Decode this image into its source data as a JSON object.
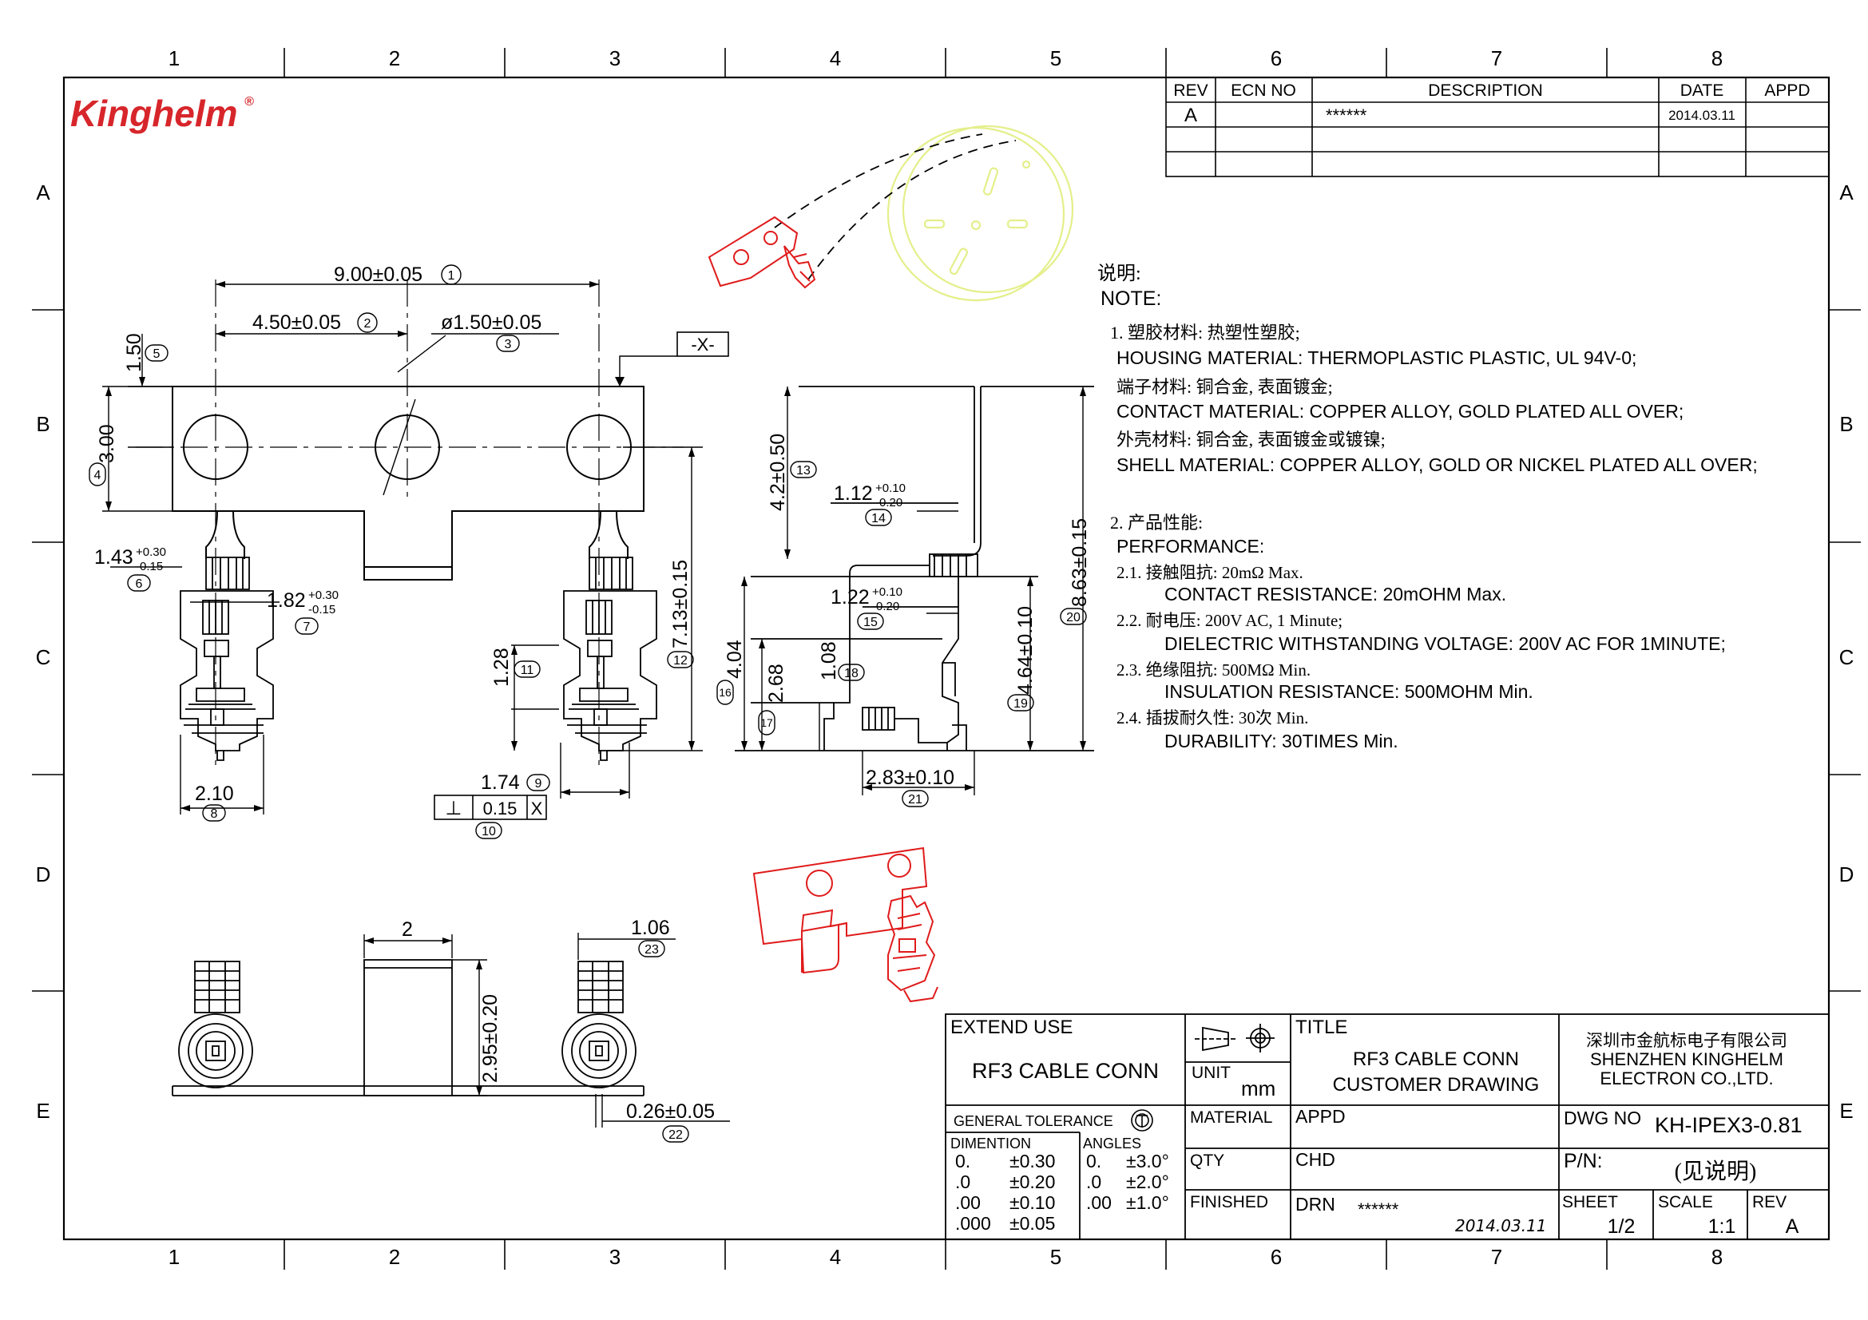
{
  "logo": {
    "brand": "Kinghelm",
    "reg": "®"
  },
  "zones": {
    "cols": [
      "1",
      "2",
      "3",
      "4",
      "5",
      "6",
      "7",
      "8"
    ],
    "rows": [
      "A",
      "B",
      "C",
      "D",
      "E"
    ]
  },
  "revision_table": {
    "headers": {
      "rev": "REV",
      "ecn": "ECN NO",
      "desc": "DESCRIPTION",
      "date": "DATE",
      "appd": "APPD"
    },
    "row": {
      "rev": "A",
      "ecn": "",
      "desc": "******",
      "date": "2014.03.11",
      "appd": ""
    }
  },
  "notes": {
    "title_cn": "说明:",
    "title_en": "NOTE:",
    "n1_cn": "1. 塑胶材料: 热塑性塑胶;",
    "n1_en": "HOUSING MATERIAL: THERMOPLASTIC PLASTIC, UL 94V-0;",
    "n2_cn": "端子材料: 铜合金, 表面镀金;",
    "n2_en": "CONTACT MATERIAL: COPPER ALLOY, GOLD PLATED ALL OVER;",
    "n3_cn": "外壳材料: 铜合金, 表面镀金或镀镍;",
    "n3_en": "SHELL MATERIAL: COPPER ALLOY, GOLD OR NICKEL PLATED ALL OVER;",
    "p_cn": "2. 产品性能:",
    "p_en": "PERFORMANCE:",
    "p1_cn": "2.1. 接触阻抗: 20mΩ Max.",
    "p1_en": "CONTACT RESISTANCE: 20mOHM Max.",
    "p2_cn": "2.2. 耐电压: 200V AC, 1 Minute;",
    "p2_en": "DIELECTRIC WITHSTANDING VOLTAGE: 200V AC FOR 1MINUTE;",
    "p3_cn": "2.3. 绝缘阻抗: 500MΩ Min.",
    "p3_en": "INSULATION RESISTANCE: 500MOHM Min.",
    "p4_cn": "2.4. 插拔耐久性: 30次 Min.",
    "p4_en": "DURABILITY: 30TIMES Min."
  },
  "dimensions": {
    "d1": "9.00±0.05",
    "d1n": "1",
    "d2": "4.50±0.05",
    "d2n": "2",
    "d3": "ø1.50±0.05",
    "d3n": "3",
    "d4": "3.00",
    "d4n": "4",
    "d5": "1.50",
    "d5n": "5",
    "d6": "1.43",
    "d6u": "+0.30",
    "d6l": "-0.15",
    "d6n": "6",
    "d7": "1.82",
    "d7u": "+0.30",
    "d7l": "-0.15",
    "d7n": "7",
    "d8": "2.10",
    "d8n": "8",
    "d9": "1.74",
    "d9n": "9",
    "d10v": "0.15",
    "d10x": "X",
    "d10n": "10",
    "perp": "⊥",
    "d11": "1.28",
    "d11n": "11",
    "d12": "7.13±0.15",
    "d12n": "12",
    "d13": "4.2±0.50",
    "d13n": "13",
    "d14": "1.12",
    "d14u": "+0.10",
    "d14l": "-0.20",
    "d14n": "14",
    "d15": "1.22",
    "d15u": "+0.10",
    "d15l": "-0.20",
    "d15n": "15",
    "d16": "4.04",
    "d16n": "16",
    "d17": "2.68",
    "d17n": "17",
    "d18": "1.08",
    "d18n": "18",
    "d19": "4.64±0.10",
    "d19n": "19",
    "d20": "8.63±0.15",
    "d20n": "20",
    "d21": "2.83±0.10",
    "d21n": "21",
    "d22": "0.26±0.05",
    "d22n": "22",
    "d23": "1.06",
    "d23n": "23",
    "dE2": "2",
    "dE295": "2.95±0.20",
    "datum": "-X-"
  },
  "title_block": {
    "extend_use": "EXTEND USE",
    "extend_value": "RF3 CABLE CONN",
    "unit_label": "UNIT",
    "unit_value": "mm",
    "title_label": "TITLE",
    "title_l1": "RF3 CABLE CONN",
    "title_l2": "CUSTOMER DRAWING",
    "company_cn": "深圳市金航标电子有限公司",
    "company_en1": "SHENZHEN KINGHELM",
    "company_en2": "ELECTRON CO.,LTD.",
    "gen_tol": "GENERAL TOLERANCE",
    "dimention": "DIMENTION",
    "angles": "ANGLES",
    "tol_dim": [
      [
        "0.",
        "±0.30"
      ],
      [
        ".0",
        "±0.20"
      ],
      [
        ".00",
        "±0.10"
      ],
      [
        ".000",
        "±0.05"
      ]
    ],
    "tol_ang": [
      [
        "0.",
        "±3.0°"
      ],
      [
        ".0",
        "±2.0°"
      ],
      [
        ".00",
        "±1.0°"
      ]
    ],
    "material": "MATERIAL",
    "appd": "APPD",
    "qty": "QTY",
    "chd": "CHD",
    "finished": "FINISHED",
    "drn": "DRN",
    "drn_value": "******",
    "drn_date": "2014.03.11",
    "dwg_no_label": "DWG NO",
    "dwg_no": "KH-IPEX3-0.81",
    "pn_label": "P/N:",
    "pn_value": "(见说明)",
    "sheet_label": "SHEET",
    "sheet_value": "1/2",
    "scale_label": "SCALE",
    "scale_value": "1:1",
    "rev_label": "REV",
    "rev_value": "A"
  },
  "colors": {
    "logo": "#d7262b",
    "iso_red": "#e01b1b",
    "iso_yellow": "#e4ef8a",
    "ink": "#000000"
  }
}
